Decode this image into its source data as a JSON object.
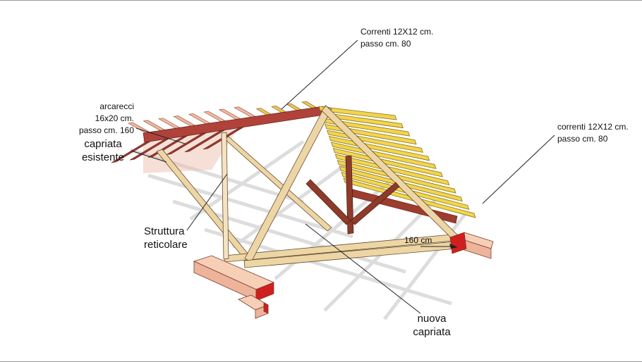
{
  "figure": {
    "background": "#ffffff",
    "labels": {
      "correnti_top": [
        "Correnti 12X12 cm.",
        "passo cm. 80"
      ],
      "arcarecci": [
        "arcarecci",
        "16x20 cm.",
        "passo cm. 160"
      ],
      "capriata_esistente": [
        "capriata",
        "esistente"
      ],
      "correnti_right": [
        "correnti 12X12 cm.",
        "passo cm. 80"
      ],
      "struttura_reticolare": [
        "Struttura",
        "reticolare"
      ],
      "dimension": "160 cm",
      "nuova_capriata": [
        "nuova",
        "capriata"
      ]
    },
    "colors": {
      "batten_yellow": "#f2d44e",
      "purlin_red": "#b0423a",
      "purlin_dark": "#a23830",
      "right_purlin_red": "#9e3c2e",
      "cut_end_red": "#d01f1f",
      "rafter_salmon": "#f3b9a2",
      "wood_tan": "#ecd6a6",
      "post_light": "#f3e3c3",
      "strut_dark_red": "#8e3b2a",
      "beam_pink_top": "#f7cfb6",
      "beam_pink_side": "#eeb49b",
      "shadow_gray": "#d8d8d8",
      "leader_black": "#222222"
    }
  }
}
